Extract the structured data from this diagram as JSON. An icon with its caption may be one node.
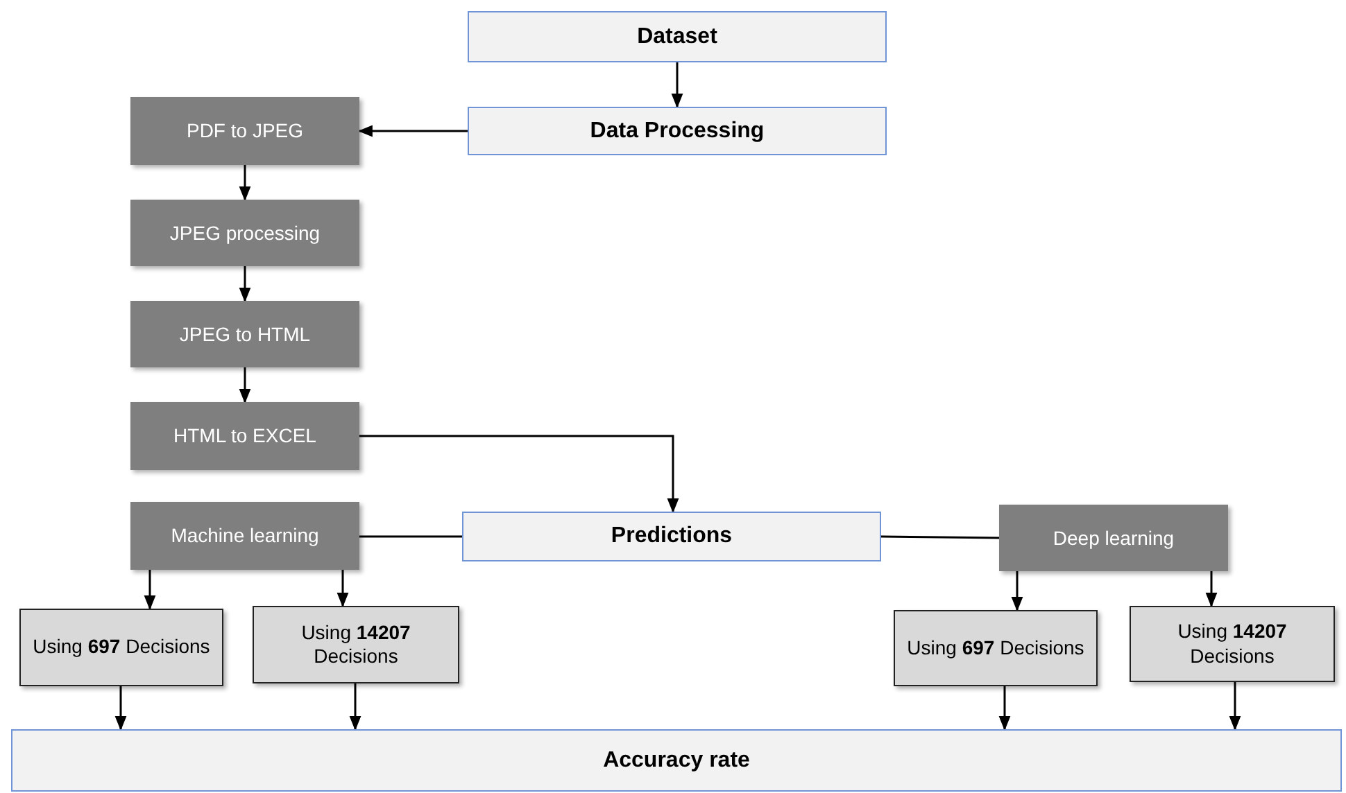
{
  "diagram": {
    "nodes": [
      {
        "text": [
          "Dataset"
        ]
      },
      {
        "text": [
          "Data Processing"
        ]
      },
      {
        "text": [
          "PDF to JPEG"
        ]
      },
      {
        "text": [
          "JPEG processing"
        ]
      },
      {
        "text": [
          "JPEG to HTML"
        ]
      },
      {
        "text": [
          "HTML to EXCEL"
        ]
      },
      {
        "text": [
          "Machine learning"
        ]
      },
      {
        "text": [
          "Predictions"
        ]
      },
      {
        "text": [
          "Deep learning"
        ]
      },
      {
        "text": [
          "Using **697** Decisions"
        ]
      },
      {
        "text": [
          "Using **14207** Decisions"
        ]
      },
      {
        "text": [
          "Using **697** Decisions"
        ]
      },
      {
        "text": [
          "Using **14207** Decisions"
        ]
      },
      {
        "text": [
          "Accuracy rate"
        ]
      }
    ],
    "edges": [
      {
        "from": 0,
        "to": 1,
        "arrow": "to"
      },
      {
        "from": 1,
        "to": 2,
        "arrow": "to"
      },
      {
        "from": 2,
        "to": 3,
        "arrow": "to"
      },
      {
        "from": 3,
        "to": 4,
        "arrow": "to"
      },
      {
        "from": 4,
        "to": 5,
        "arrow": "to"
      },
      {
        "from": 5,
        "to": 7,
        "arrow": "to"
      },
      {
        "from": 7,
        "to": 6,
        "arrow": "none"
      },
      {
        "from": 7,
        "to": 8,
        "arrow": "none"
      },
      {
        "from": 6,
        "to": 9,
        "arrow": "to"
      },
      {
        "from": 6,
        "to": 10,
        "arrow": "to"
      },
      {
        "from": 8,
        "to": 11,
        "arrow": "to"
      },
      {
        "from": 8,
        "to": 12,
        "arrow": "to"
      },
      {
        "from": 9,
        "to": 13,
        "arrow": "to"
      },
      {
        "from": 10,
        "to": 13,
        "arrow": "to"
      },
      {
        "from": 11,
        "to": 13,
        "arrow": "to"
      },
      {
        "from": 12,
        "to": 13,
        "arrow": "to"
      }
    ]
  }
}
